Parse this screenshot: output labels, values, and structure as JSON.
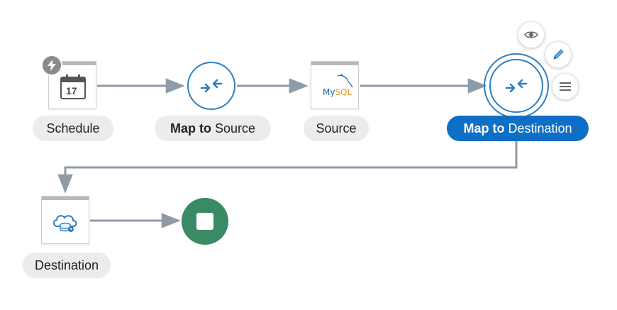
{
  "nodes": {
    "schedule": {
      "label": "Schedule",
      "calendar_day": "17",
      "badge_icon": "lightning-icon",
      "icon": "calendar-icon"
    },
    "map_to_source": {
      "label_bold": "Map to",
      "label_rest": " Source",
      "icon": "map-arrows-icon"
    },
    "source": {
      "label": "Source",
      "logo_my": "My",
      "logo_sql": "SQL",
      "icon": "mysql-logo"
    },
    "map_to_destination": {
      "label_bold": "Map to",
      "label_rest": " Destination",
      "icon": "map-arrows-icon",
      "selected": true
    },
    "destination": {
      "label": "Destination",
      "icon": "cloud-database-icon"
    },
    "end": {
      "icon": "stop-icon"
    }
  },
  "actions": [
    {
      "name": "view",
      "icon": "eye-icon"
    },
    {
      "name": "edit",
      "icon": "pencil-icon"
    },
    {
      "name": "menu",
      "icon": "hamburger-icon"
    }
  ],
  "colors": {
    "accent": "#0f6fc6",
    "node_border": "#2f7ec1",
    "end_node": "#3a8a65",
    "connector": "#8f9ba7",
    "pill_bg": "#ececec"
  }
}
